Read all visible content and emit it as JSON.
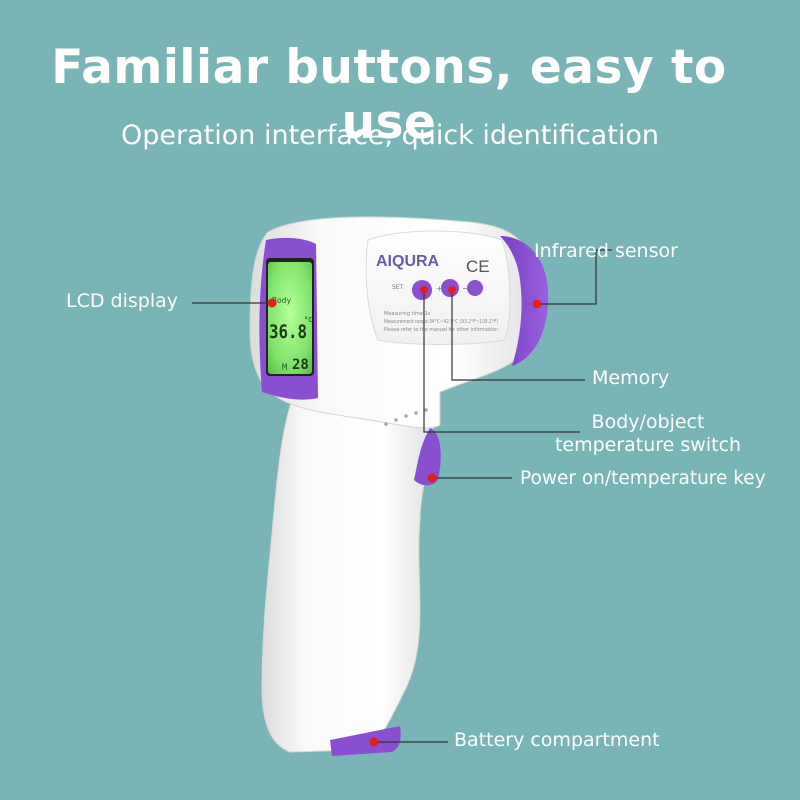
{
  "headline": "Familiar buttons, easy to use",
  "subheadline": "Operation interface, quick identification",
  "device": {
    "brand": "AIQURA",
    "ce_mark": "CE",
    "set_label": "SET",
    "plus_label": "+",
    "minus_label": "−",
    "info_line1": "Measuring time:1s",
    "info_line2": "Measurement range:34°C~42.9°C (93.2°F~109.2°F)",
    "info_line3": "Please refer to the manual for other information",
    "lcd": {
      "mode": "Body",
      "reading": "36.8",
      "unit": "°C",
      "memory_label": "M",
      "memory_value": "28"
    }
  },
  "callouts": {
    "lcd_display": "LCD display",
    "infrared_sensor": "Infrared sensor",
    "memory": "Memory",
    "body_object_switch_line1": "Body/object",
    "body_object_switch_line2": "temperature switch",
    "power_key": "Power on/temperature key",
    "battery": "Battery compartment"
  },
  "colors": {
    "background": "#79b4b6",
    "accent_purple": "#8a4fd0",
    "marker_red": "#e0201a",
    "lcd_green": "#8ef07a"
  }
}
